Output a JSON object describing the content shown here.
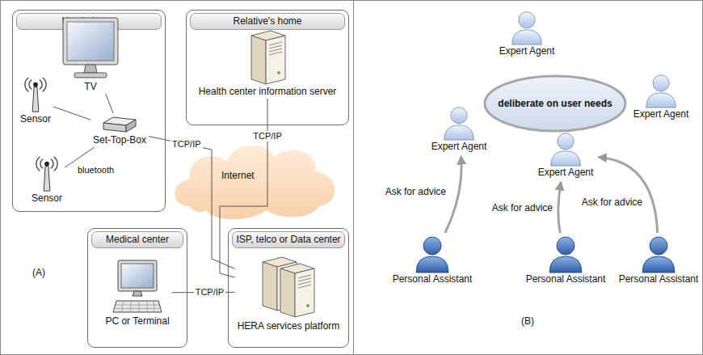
{
  "diagram": {
    "nodes": [
      {
        "text": [
          "User's home"
        ]
      },
      {
        "text": [
          "TV"
        ],
        "in": 0
      },
      {
        "text": [
          "Sensor"
        ],
        "in": 0
      },
      {
        "text": [
          "Set-Top-Box"
        ],
        "in": 0
      },
      {
        "text": [
          "Sensor"
        ],
        "in": 0
      },
      {
        "text": [
          "Relative's home"
        ]
      },
      {
        "text": [
          "Health center information server"
        ],
        "in": 5
      },
      {
        "text": [
          "Medical center"
        ]
      },
      {
        "text": [
          "PC or Terminal"
        ],
        "in": 7
      },
      {
        "text": [
          "ISP, telco or Data center"
        ]
      },
      {
        "text": [
          "HERA services platform"
        ],
        "in": 9
      },
      {
        "text": [
          "Internet"
        ]
      },
      {
        "text": [
          "deliberate on user needs"
        ]
      },
      {
        "text": [
          "Expert Agent"
        ]
      },
      {
        "text": [
          "Expert Agent"
        ]
      },
      {
        "text": [
          "Expert Agent"
        ]
      },
      {
        "text": [
          "Expert Agent"
        ]
      },
      {
        "text": [
          "Personal Assistant"
        ]
      },
      {
        "text": [
          "Personal Assistant"
        ]
      },
      {
        "text": [
          "Personal Assistant"
        ]
      }
    ],
    "edges": [
      {
        "from": 1,
        "to": 3,
        "arrow": "none"
      },
      {
        "from": 2,
        "to": 3,
        "arrow": "none"
      },
      {
        "from": 4,
        "to": 3,
        "label": "bluetooth",
        "arrow": "none"
      },
      {
        "from": 3,
        "to": 10,
        "label": "TCP/IP",
        "arrow": "none"
      },
      {
        "from": 6,
        "to": 10,
        "label": "TCP/IP",
        "arrow": "none"
      },
      {
        "from": 8,
        "to": 10,
        "label": "TCP/IP",
        "arrow": "none"
      },
      {
        "from": 17,
        "to": 14,
        "label": "Ask for advice",
        "arrow": "to"
      },
      {
        "from": 18,
        "to": 16,
        "label": "Ask for advice",
        "arrow": "to"
      },
      {
        "from": 19,
        "to": 16,
        "label": "Ask for advice",
        "arrow": "to"
      }
    ],
    "labels": [
      "(A)",
      "(B)"
    ]
  }
}
